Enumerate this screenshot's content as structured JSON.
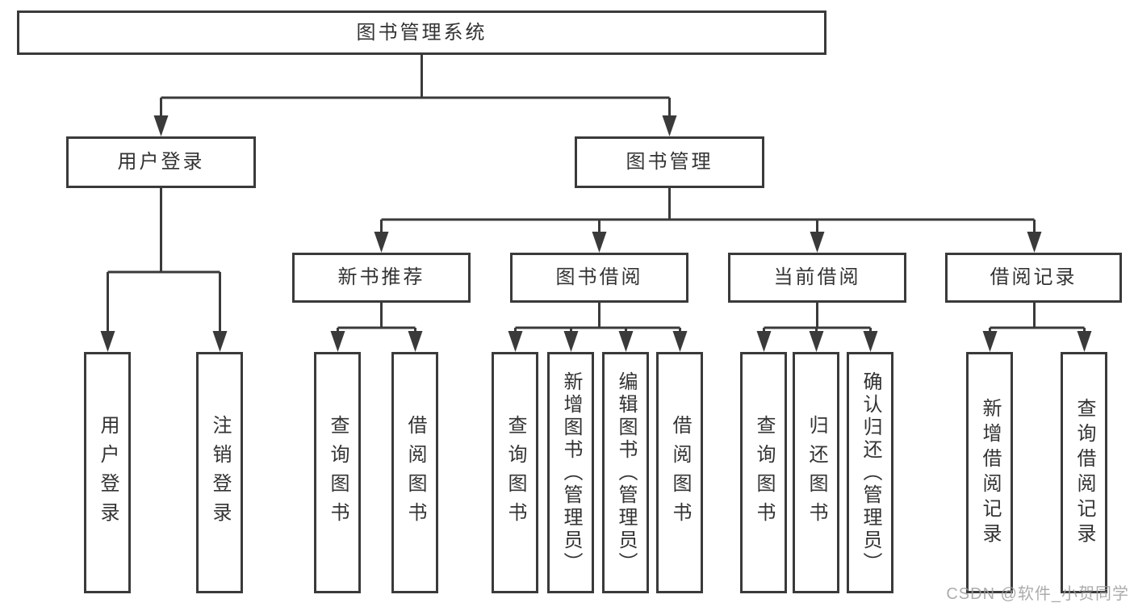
{
  "title": "图书管理系统",
  "watermark": "CSDN @软件_小贺同学",
  "colors": {
    "line": "#3a3a3a",
    "box_border": "#3a3a3a",
    "text": "#333333",
    "background": "#ffffff",
    "watermark": "#9e9e9e"
  },
  "nodes": {
    "root": {
      "label": "图书管理系统"
    },
    "user_login": {
      "label": "用户登录"
    },
    "book_mgmt": {
      "label": "图书管理"
    },
    "new_book_rec": {
      "label": "新书推荐"
    },
    "book_borrow": {
      "label": "图书借阅"
    },
    "current_borrow": {
      "label": "当前借阅"
    },
    "borrow_records": {
      "label": "借阅记录"
    },
    "login": {
      "label": "用户登录"
    },
    "logout": {
      "label": "注销登录"
    },
    "nbr_query_books": {
      "label": "查询图书"
    },
    "nbr_borrow_books": {
      "label": "借阅图书"
    },
    "bb_query_books": {
      "label": "查询图书"
    },
    "bb_add_books": {
      "label": "新增图书（管理员）"
    },
    "bb_edit_books": {
      "label": "编辑图书（管理员）"
    },
    "bb_borrow_books": {
      "label": "借阅图书"
    },
    "cb_query_books": {
      "label": "查询图书"
    },
    "cb_return_books": {
      "label": "归还图书"
    },
    "cb_confirm_return": {
      "label": "确认归还（管理员）"
    },
    "br_add_record": {
      "label": "新增借阅记录"
    },
    "br_query_record": {
      "label": "查询借阅记录"
    }
  },
  "edges": [
    [
      "root",
      "user_login"
    ],
    [
      "root",
      "book_mgmt"
    ],
    [
      "user_login",
      "login"
    ],
    [
      "user_login",
      "logout"
    ],
    [
      "book_mgmt",
      "new_book_rec"
    ],
    [
      "book_mgmt",
      "book_borrow"
    ],
    [
      "book_mgmt",
      "current_borrow"
    ],
    [
      "book_mgmt",
      "borrow_records"
    ],
    [
      "new_book_rec",
      "nbr_query_books"
    ],
    [
      "new_book_rec",
      "nbr_borrow_books"
    ],
    [
      "book_borrow",
      "bb_query_books"
    ],
    [
      "book_borrow",
      "bb_add_books"
    ],
    [
      "book_borrow",
      "bb_edit_books"
    ],
    [
      "book_borrow",
      "bb_borrow_books"
    ],
    [
      "current_borrow",
      "cb_query_books"
    ],
    [
      "current_borrow",
      "cb_return_books"
    ],
    [
      "current_borrow",
      "cb_confirm_return"
    ],
    [
      "borrow_records",
      "br_add_record"
    ],
    [
      "borrow_records",
      "br_query_record"
    ]
  ]
}
